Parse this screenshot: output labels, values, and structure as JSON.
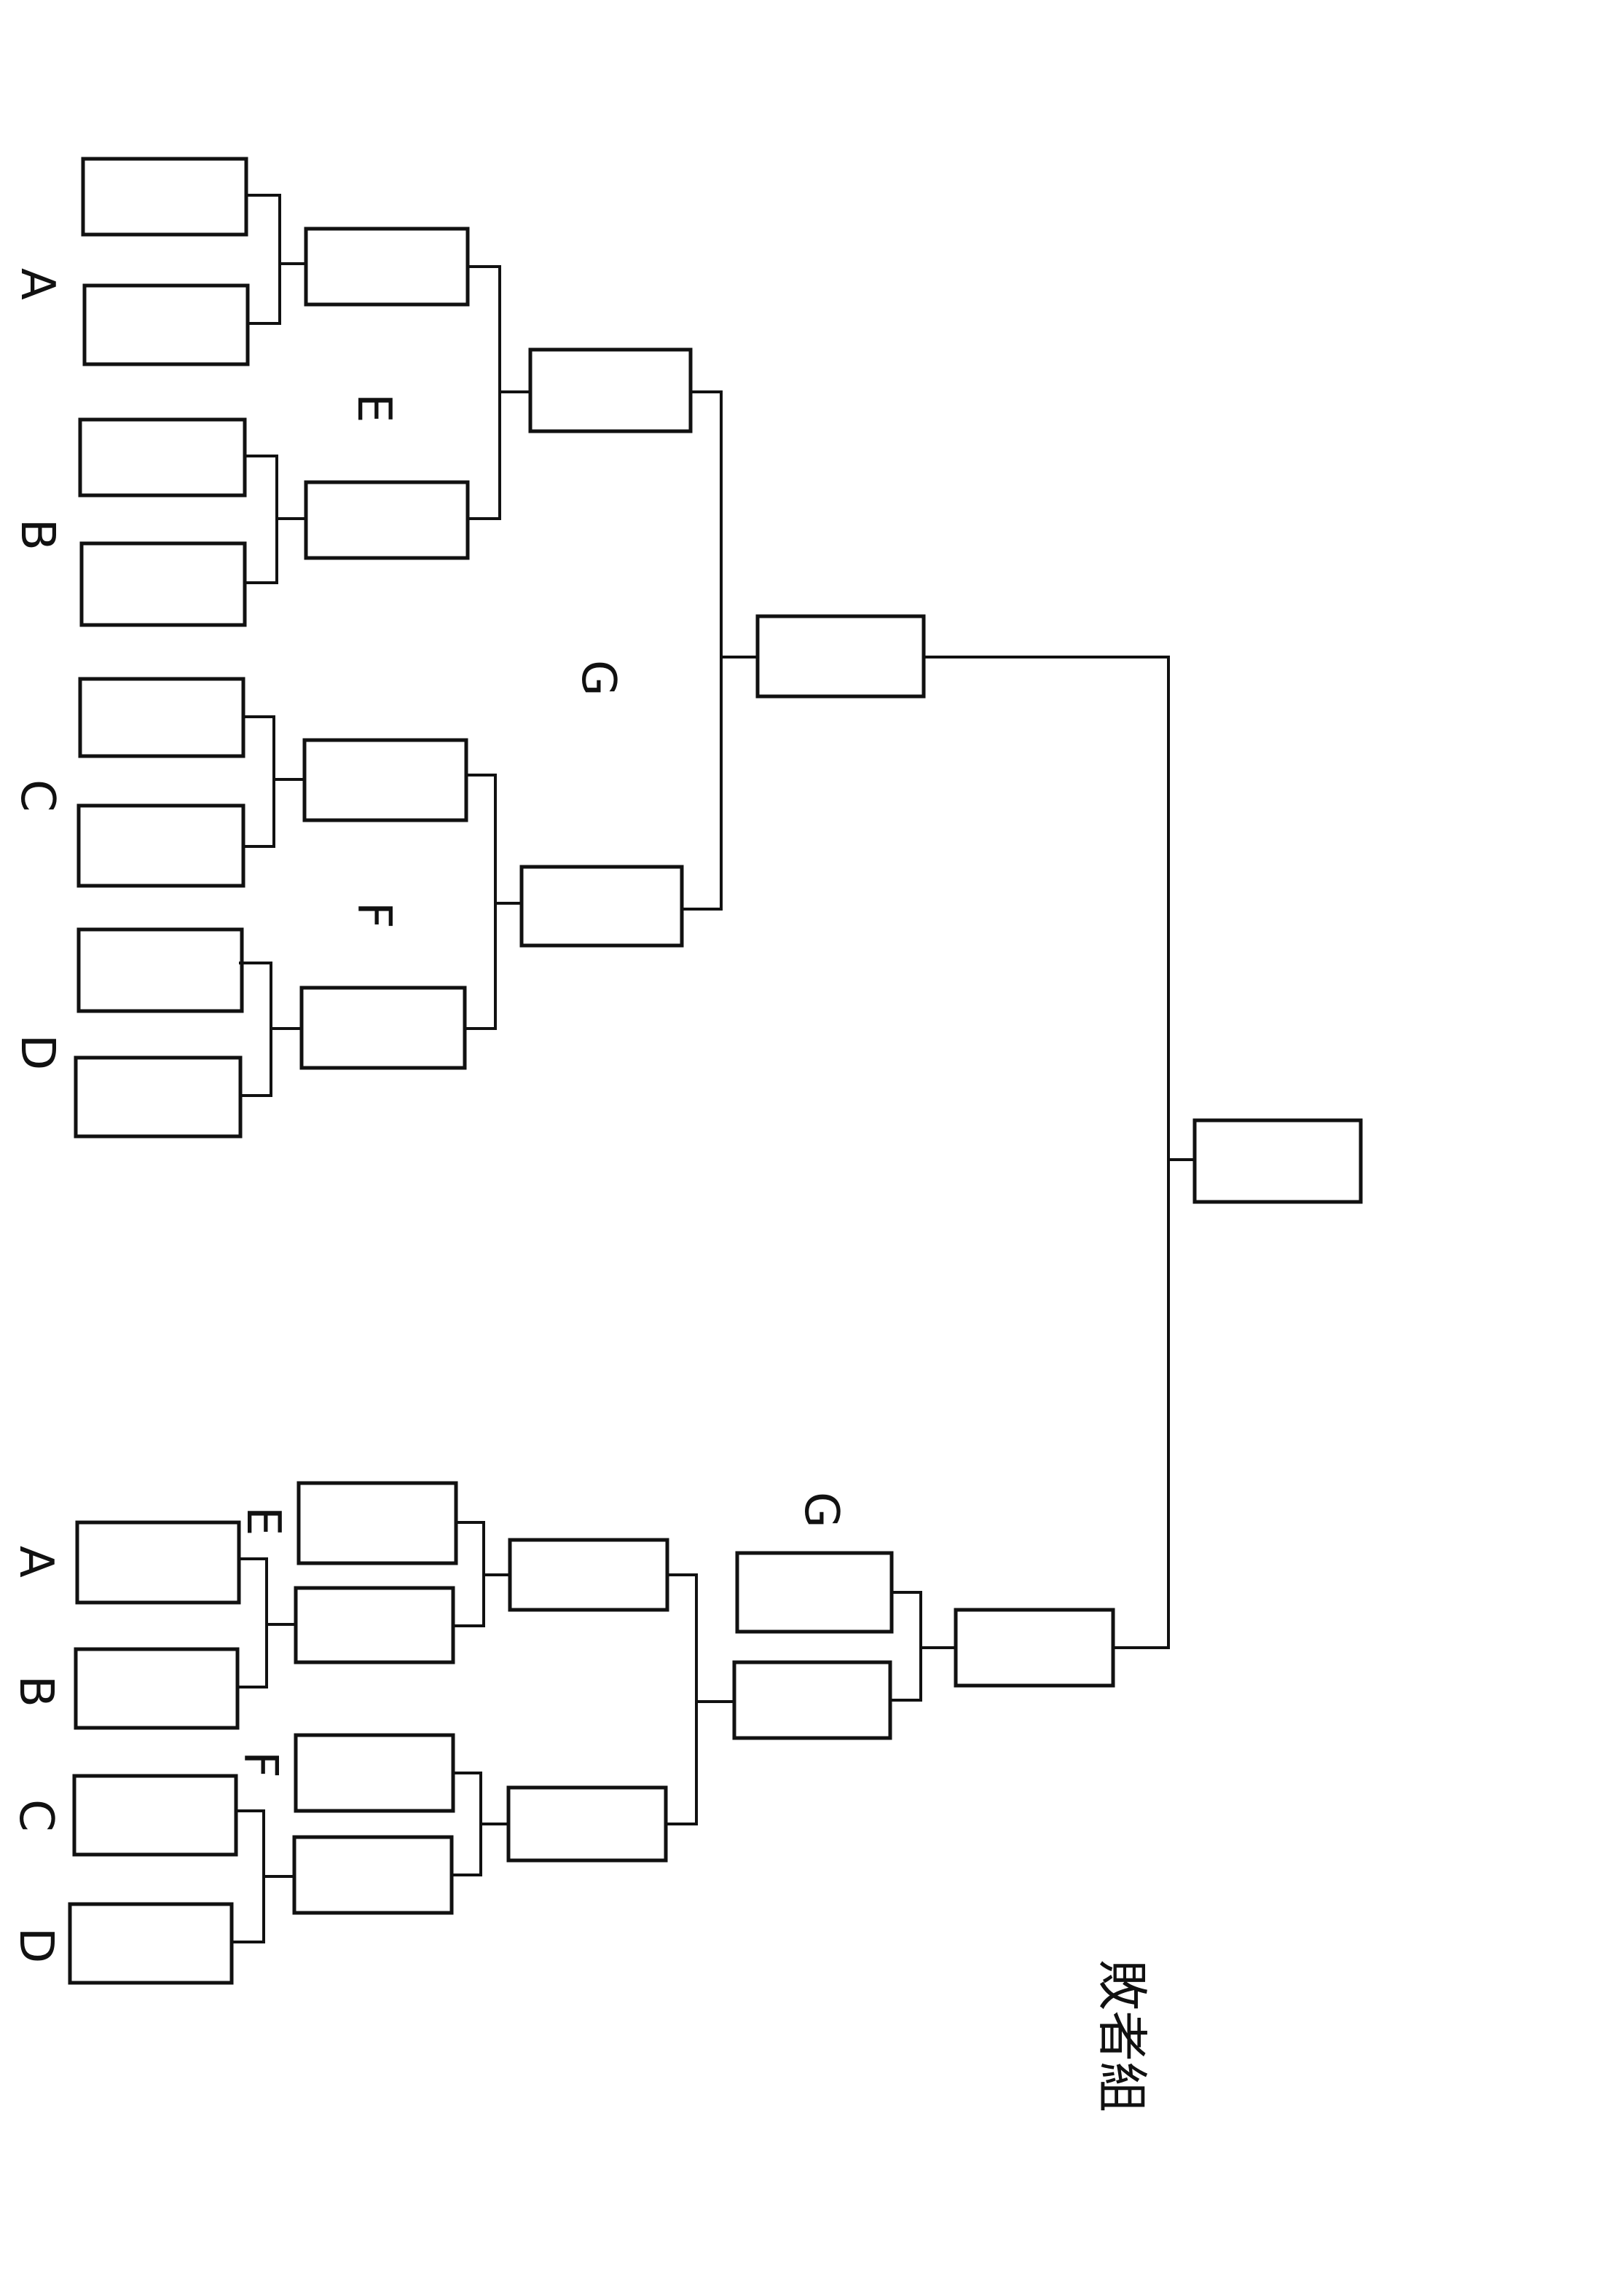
{
  "labels": {
    "upper_groups": [
      "A",
      "B",
      "C",
      "D"
    ],
    "upper_semi": [
      "E",
      "F"
    ],
    "upper_final": "G",
    "lower_groups": [
      "A",
      "B",
      "C",
      "D"
    ],
    "lower_semi": [
      "E",
      "F"
    ],
    "lower_final": "G"
  },
  "title": "敗者組",
  "colors": {
    "ink": "#111111",
    "paper": "#ffffff"
  }
}
